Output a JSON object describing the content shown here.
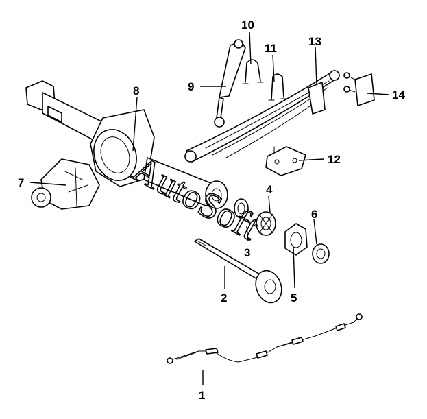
{
  "diagram": {
    "watermark": "AutoSoft",
    "callouts": {
      "c1": "1",
      "c2": "2",
      "c3": "3",
      "c4": "4",
      "c5": "5",
      "c6": "6",
      "c7": "7",
      "c8": "8",
      "c9": "9",
      "c10": "10",
      "c11": "11",
      "c12": "12",
      "c13": "13",
      "c14": "14"
    }
  }
}
